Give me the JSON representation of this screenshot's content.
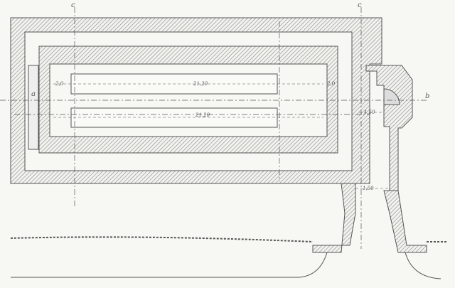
{
  "drawing": {
    "type": "architectural floor plan (cistern / reservoir)",
    "section_marks": [
      "a",
      "b",
      "c",
      "c"
    ],
    "dimensions": {
      "left_gap_top": "2,0",
      "tank_top_length": "21,20",
      "right_gap_top": "2,0",
      "tank_bottom_length": "21,20",
      "passage_width": "1,50",
      "corridor_width": "1,50"
    },
    "colors": {
      "ink": "#555555",
      "paper": "#f7f7f3"
    }
  }
}
